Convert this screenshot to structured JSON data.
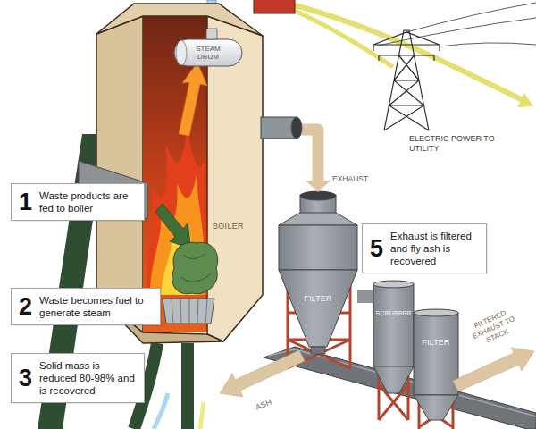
{
  "diagram": {
    "nodes": [
      {
        "text": [
          "BOILER"
        ]
      },
      {
        "text": [
          "STEAM DRUM"
        ],
        "in": 0
      },
      {
        "text": [
          "1",
          "Waste products are fed to boiler"
        ]
      },
      {
        "text": [
          "2",
          "Waste becomes fuel to generate steam"
        ]
      },
      {
        "text": [
          "3",
          "Solid mass is reduced 80-98% and is recovered"
        ]
      },
      {
        "text": [
          "FILTER"
        ]
      },
      {
        "text": [
          "5",
          "Exhaust is filtered and fly ash is recovered"
        ]
      },
      {
        "text": [
          "SCRUBBER"
        ]
      },
      {
        "text": [
          "FILTER"
        ]
      }
    ],
    "edges": [
      {
        "from": 0,
        "to": 5,
        "label": "EXHAUST",
        "arrow": "to"
      },
      {
        "from": 5,
        "to": 7,
        "arrow": "none"
      }
    ],
    "labels": [
      "ELECTRIC POWER TO UTILITY",
      "FILTERED EXHAUST TO STACK",
      "ASH"
    ]
  }
}
